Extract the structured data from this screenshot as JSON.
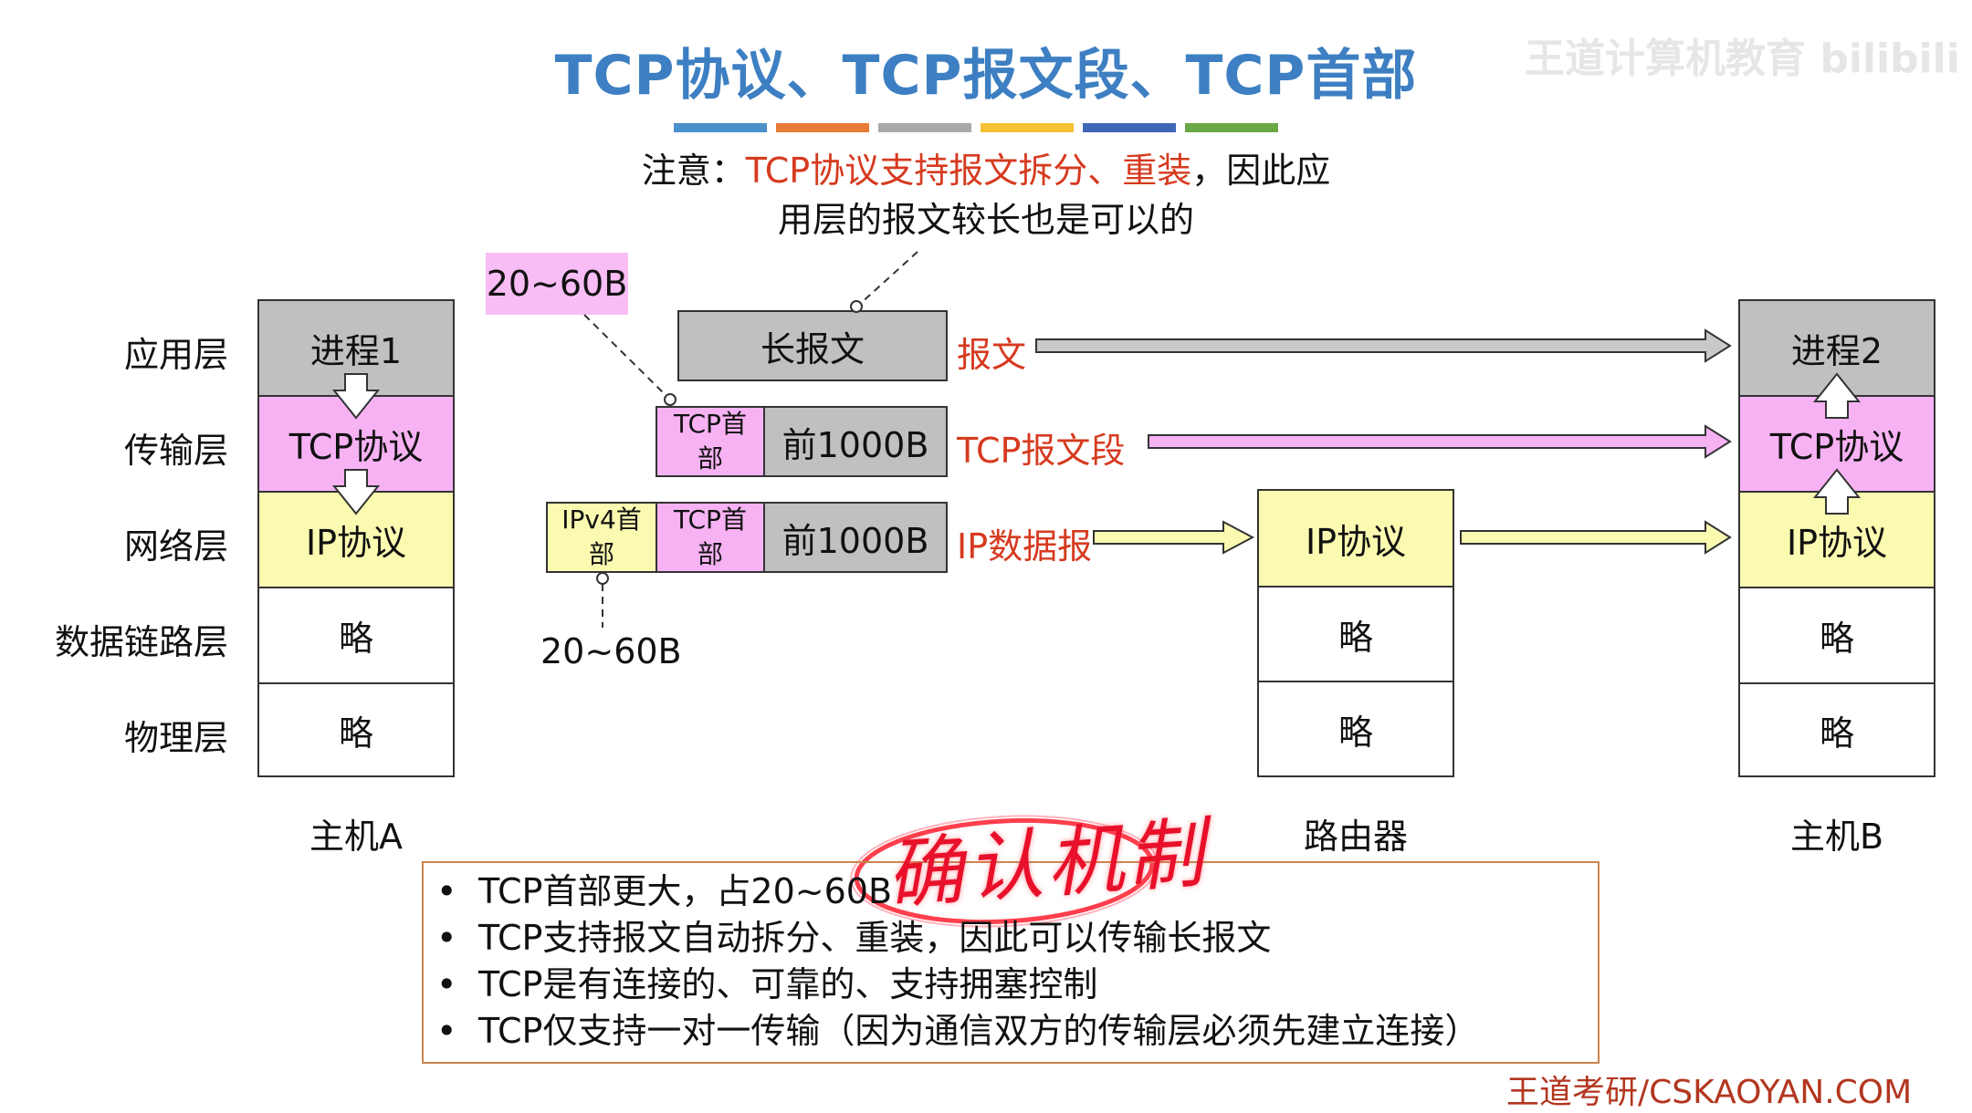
{
  "title": "TCP协议、TCP报文段、TCP首部",
  "color_bar_colors": [
    "#4a90c9",
    "#e87b35",
    "#a9a9a9",
    "#f5c033",
    "#3f67b6",
    "#6aa845"
  ],
  "note": {
    "prefix": "注意：",
    "highlight": "TCP协议支持报文拆分、重装",
    "suffix": "，因此应",
    "line2": "用层的报文较长也是可以的"
  },
  "layers": [
    "应用层",
    "传输层",
    "网络层",
    "数据链路层",
    "物理层"
  ],
  "hostA": {
    "name": "主机A",
    "cells": [
      "进程1",
      "TCP协议",
      "IP协议",
      "略",
      "略"
    ]
  },
  "router": {
    "name": "路由器",
    "cells": [
      "IP协议",
      "略",
      "略"
    ]
  },
  "hostB": {
    "name": "主机B",
    "cells": [
      "进程2",
      "TCP协议",
      "IP协议",
      "略",
      "略"
    ]
  },
  "packets": {
    "message_box": "长报文",
    "message_label": "报文",
    "tcp_header": "TCP首部",
    "segment_payload": "前1000B",
    "segment_label": "TCP报文段",
    "ipv4_header": "IPv4首部",
    "datagram_label": "IP数据报",
    "tcp_header_size": "20~60B",
    "ip_header_size": "20~60B"
  },
  "summary": [
    "TCP首部更大，占20~60B",
    "TCP支持报文自动拆分、重装，因此可以传输长报文",
    "TCP是有连接的、可靠的、支持拥塞控制",
    "TCP仅支持一对一传输（因为通信双方的传输层必须先建立连接）"
  ],
  "stamp": "确认机制",
  "watermark": "王道计算机教育 bilibili",
  "footer": "王道考研/CSKAOYAN.COM"
}
